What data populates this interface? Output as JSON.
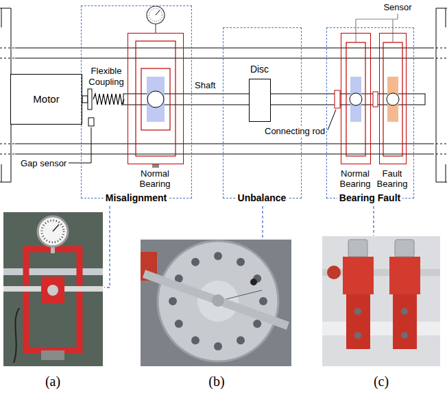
{
  "diagram": {
    "nodes": [
      {
        "text": [
          "Motor"
        ]
      },
      {
        "text": [
          "Misalignment"
        ]
      },
      {
        "text": [
          "Normal Bearing"
        ],
        "in": 1
      },
      {
        "text": [
          "Unbalance"
        ]
      },
      {
        "text": [
          "Disc"
        ],
        "in": 3
      },
      {
        "text": [
          "Bearing Fault"
        ]
      },
      {
        "text": [
          "Normal Bearing"
        ],
        "in": 5
      },
      {
        "text": [
          "Fault Bearing"
        ],
        "in": 5
      }
    ],
    "labels": [
      "Sensor",
      "Flexible Coupling",
      "Shaft",
      "Connecting rod",
      "Gap sensor",
      "(a)",
      "(b)",
      "(c)"
    ]
  }
}
